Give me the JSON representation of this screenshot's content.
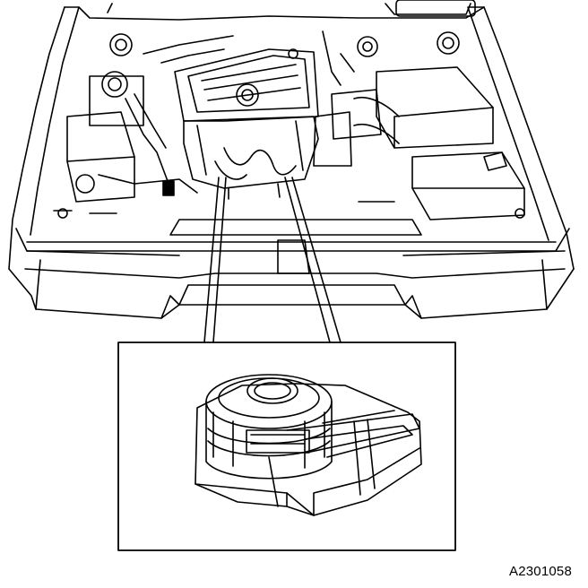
{
  "figure": {
    "reference_code": "A2301058",
    "line_color": "#000000",
    "background_color": "#ffffff",
    "subject": "engine-bay-component-location",
    "icons": [
      "engine-bay-illustration",
      "detail-magnifier",
      "engine-mount-detail"
    ]
  }
}
